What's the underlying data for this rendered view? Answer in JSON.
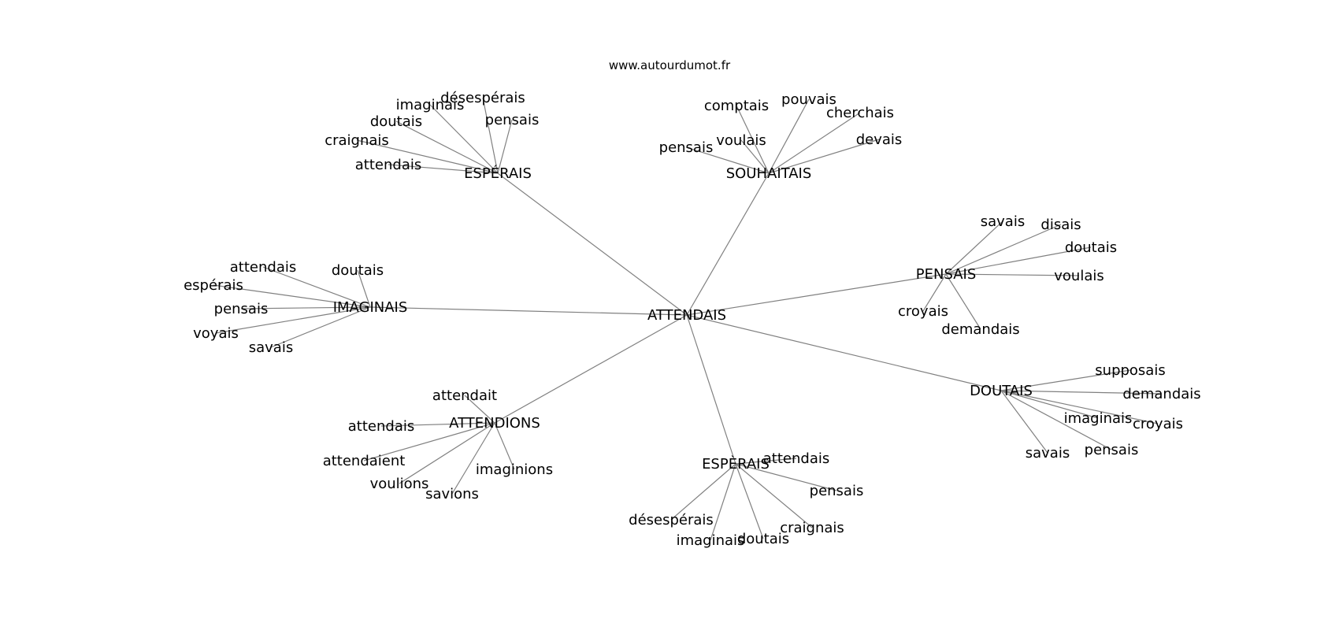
{
  "source": "www.autourdumot.fr",
  "center": "ATTENDAIS",
  "hubs": [
    {
      "label": "ESPÉRAIS",
      "leaves": [
        "désespérais",
        "imaginais",
        "doutais",
        "craignais",
        "attendais",
        "pensais"
      ]
    },
    {
      "label": "SOUHAITAIS",
      "leaves": [
        "comptais",
        "pouvais",
        "cherchais",
        "voulais",
        "pensais",
        "devais"
      ]
    },
    {
      "label": "PENSAIS",
      "leaves": [
        "savais",
        "disais",
        "doutais",
        "voulais",
        "croyais",
        "demandais"
      ]
    },
    {
      "label": "IMAGINAIS",
      "leaves": [
        "attendais",
        "doutais",
        "espérais",
        "pensais",
        "voyais",
        "savais"
      ]
    },
    {
      "label": "DOUTAIS",
      "leaves": [
        "supposais",
        "demandais",
        "imaginais",
        "croyais",
        "savais",
        "pensais"
      ]
    },
    {
      "label": "ATTENDIONS",
      "leaves": [
        "attendait",
        "attendais",
        "attendaient",
        "imaginions",
        "voulions",
        "savions"
      ]
    },
    {
      "label": "ESPÈRAIS",
      "leaves": [
        "attendais",
        "pensais",
        "désespérais",
        "craignais",
        "imaginais",
        "doutais"
      ]
    }
  ],
  "colors": {
    "edge": "#808080",
    "text": "#000000",
    "background": "#ffffff"
  }
}
